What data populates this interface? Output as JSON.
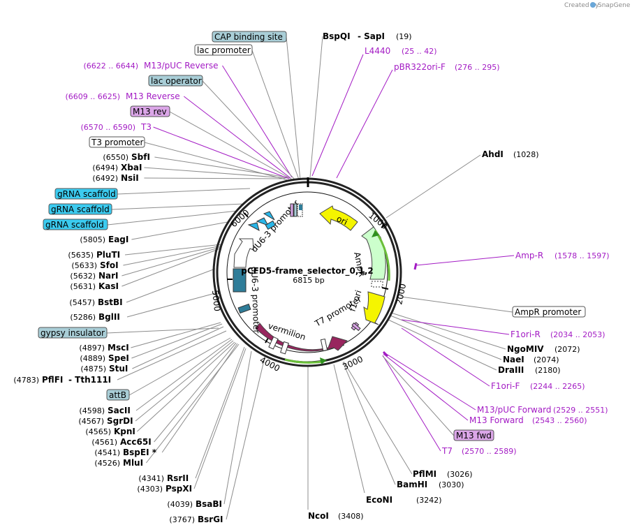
{
  "credit": "Created by",
  "brand": "SnapGene",
  "plasmid": {
    "name": "pCFD5-frame_selector_0,1,2",
    "length_label": "6815 bp"
  },
  "ticks": [
    "1000",
    "2000",
    "3000",
    "4000",
    "5000",
    "6000"
  ],
  "enzymes_right": [
    {
      "name": "BspQI",
      "name2": "SapI",
      "pos": "(19)"
    },
    {
      "name": "AhdI",
      "pos": "(1028)"
    },
    {
      "name": "NgoMIV",
      "pos": "(2072)"
    },
    {
      "name": "NaeI",
      "pos": "(2074)"
    },
    {
      "name": "DraIII",
      "pos": "(2180)"
    },
    {
      "name": "PflMI",
      "pos": "(3026)"
    },
    {
      "name": "BamHI",
      "pos": "(3030)"
    },
    {
      "name": "EcoNI",
      "pos": "(3242)"
    },
    {
      "name": "NcoI",
      "pos": "(3408)"
    }
  ],
  "enzymes_left": [
    {
      "name": "SbfI",
      "pos": "(6550)"
    },
    {
      "name": "XbaI",
      "pos": "(6494)"
    },
    {
      "name": "NsiI",
      "pos": "(6492)"
    },
    {
      "name": "EagI",
      "pos": "(5805)"
    },
    {
      "name": "PluTI",
      "pos": "(5635)"
    },
    {
      "name": "SfoI",
      "pos": "(5633)"
    },
    {
      "name": "NarI",
      "pos": "(5632)"
    },
    {
      "name": "KasI",
      "pos": "(5631)"
    },
    {
      "name": "BstBI",
      "pos": "(5457)"
    },
    {
      "name": "BglII",
      "pos": "(5286)"
    },
    {
      "name": "MscI",
      "pos": "(4897)"
    },
    {
      "name": "SpeI",
      "pos": "(4889)"
    },
    {
      "name": "StuI",
      "pos": "(4875)"
    },
    {
      "name": "PflFI",
      "name2": "Tth111I",
      "pos": "(4783)"
    },
    {
      "name": "SacII",
      "pos": "(4598)"
    },
    {
      "name": "SgrDI",
      "pos": "(4567)"
    },
    {
      "name": "KpnI",
      "pos": "(4565)"
    },
    {
      "name": "Acc65I",
      "pos": "(4561)"
    },
    {
      "name": "BspEI *",
      "pos": "(4541)"
    },
    {
      "name": "MluI",
      "pos": "(4526)"
    },
    {
      "name": "RsrII",
      "pos": "(4341)"
    },
    {
      "name": "PspXI",
      "pos": "(4303)"
    },
    {
      "name": "BsaBI",
      "pos": "(4039)"
    },
    {
      "name": "BsrGI",
      "pos": "(3767)"
    }
  ],
  "primers_right": [
    {
      "name": "L4440",
      "pos": "(25 .. 42)"
    },
    {
      "name": "pBR322ori-F",
      "pos": "(276 .. 295)"
    },
    {
      "name": "Amp-R",
      "pos": "(1578 .. 1597)"
    },
    {
      "name": "F1ori-R",
      "pos": "(2034 .. 2053)"
    },
    {
      "name": "F1ori-F",
      "pos": "(2244 .. 2265)"
    },
    {
      "name": "M13/pUC Forward",
      "pos": "(2529 .. 2551)"
    },
    {
      "name": "M13 Forward",
      "pos": "(2543 .. 2560)"
    },
    {
      "name": "T7",
      "pos": "(2570 .. 2589)"
    }
  ],
  "primers_left": [
    {
      "name": "M13/pUC Reverse",
      "pos": "(6622 .. 6644)"
    },
    {
      "name": "M13 Reverse",
      "pos": "(6609 .. 6625)"
    },
    {
      "name": "T3",
      "pos": "(6570 .. 6590)"
    }
  ],
  "boxes": [
    {
      "label": "CAP binding site",
      "fill": "#a9ced7"
    },
    {
      "label": "lac promoter",
      "fill": "#ffffff"
    },
    {
      "label": "lac operator",
      "fill": "#a9ced7"
    },
    {
      "label": "M13 rev",
      "fill": "#dba6e8"
    },
    {
      "label": "T3 promoter",
      "fill": "#ffffff"
    },
    {
      "label": "gRNA scaffold",
      "fill": "#3bcbf0"
    },
    {
      "label": "gRNA scaffold",
      "fill": "#3bcbf0"
    },
    {
      "label": "gRNA scaffold",
      "fill": "#3bcbf0"
    },
    {
      "label": "gypsy insulator",
      "fill": "#a9ced7"
    },
    {
      "label": "attB",
      "fill": "#a9ced7"
    },
    {
      "label": "AmpR promoter",
      "fill": "#ffffff"
    },
    {
      "label": "M13 fwd",
      "fill": "#dba6e8"
    }
  ],
  "features": {
    "ori": "ori",
    "ampr": "AmpR",
    "f1ori": "f1 ori",
    "t7promoter": "T7 promoter",
    "vermilion": "vermilion",
    "u6promoter": "dU6-3 promoter",
    "u6promoter_b": "dU6-3 promoter"
  },
  "colors": {
    "ori": "#f5f500",
    "ampr": "#ccffcc",
    "f1": "#f5f500",
    "vermilion": "#98255e",
    "u6": "#2f7d99",
    "scaffold": "#29b6e8",
    "primer": "#a31bc4",
    "green_arrow": "#2f8f1f"
  }
}
